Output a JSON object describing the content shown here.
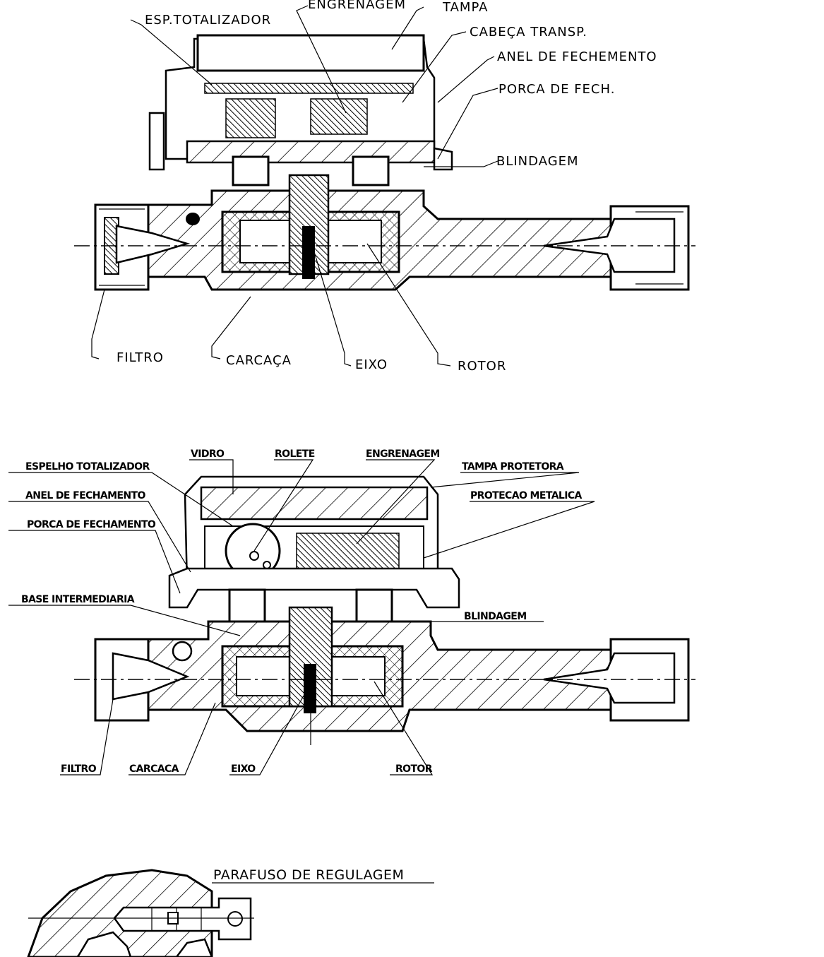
{
  "diagram_top": {
    "labels": {
      "esp_totalizador": "ESP.TOTALIZADOR",
      "engrenagem": "ENGRENAGEM",
      "tampa": "TAMPA",
      "cabeca_transp": "CABEÇA TRANSP.",
      "anel_fechamento": "ANEL DE FECHEMENTO",
      "porca_fech": "PORCA DE FECH.",
      "blindagem": "BLINDAGEM",
      "filtro": "FILTRO",
      "carcaca": "CARCAÇA",
      "eixo": "EIXO",
      "rotor": "ROTOR"
    }
  },
  "diagram_middle": {
    "labels": {
      "espelho_totalizador": "ESPELHO TOTALIZADOR",
      "vidro": "VIDRO",
      "rolete": "ROLETE",
      "engrenagem": "ENGRENAGEM",
      "tampa_protetora": "TAMPA PROTETORA",
      "anel_fechamento": "ANEL DE FECHAMENTO",
      "protecao_metalica": "PROTECAO METALICA",
      "porca_fechamento": "PORCA DE FECHAMENTO",
      "base_intermediaria": "BASE INTERMEDIARIA",
      "blindagem": "BLINDAGEM",
      "filtro": "FILTRO",
      "carcaca": "CARCACA",
      "eixo": "EIXO",
      "rotor": "ROTOR"
    }
  },
  "diagram_bottom": {
    "labels": {
      "parafuso_regulagem": "PARAFUSO DE REGULAGEM"
    }
  }
}
